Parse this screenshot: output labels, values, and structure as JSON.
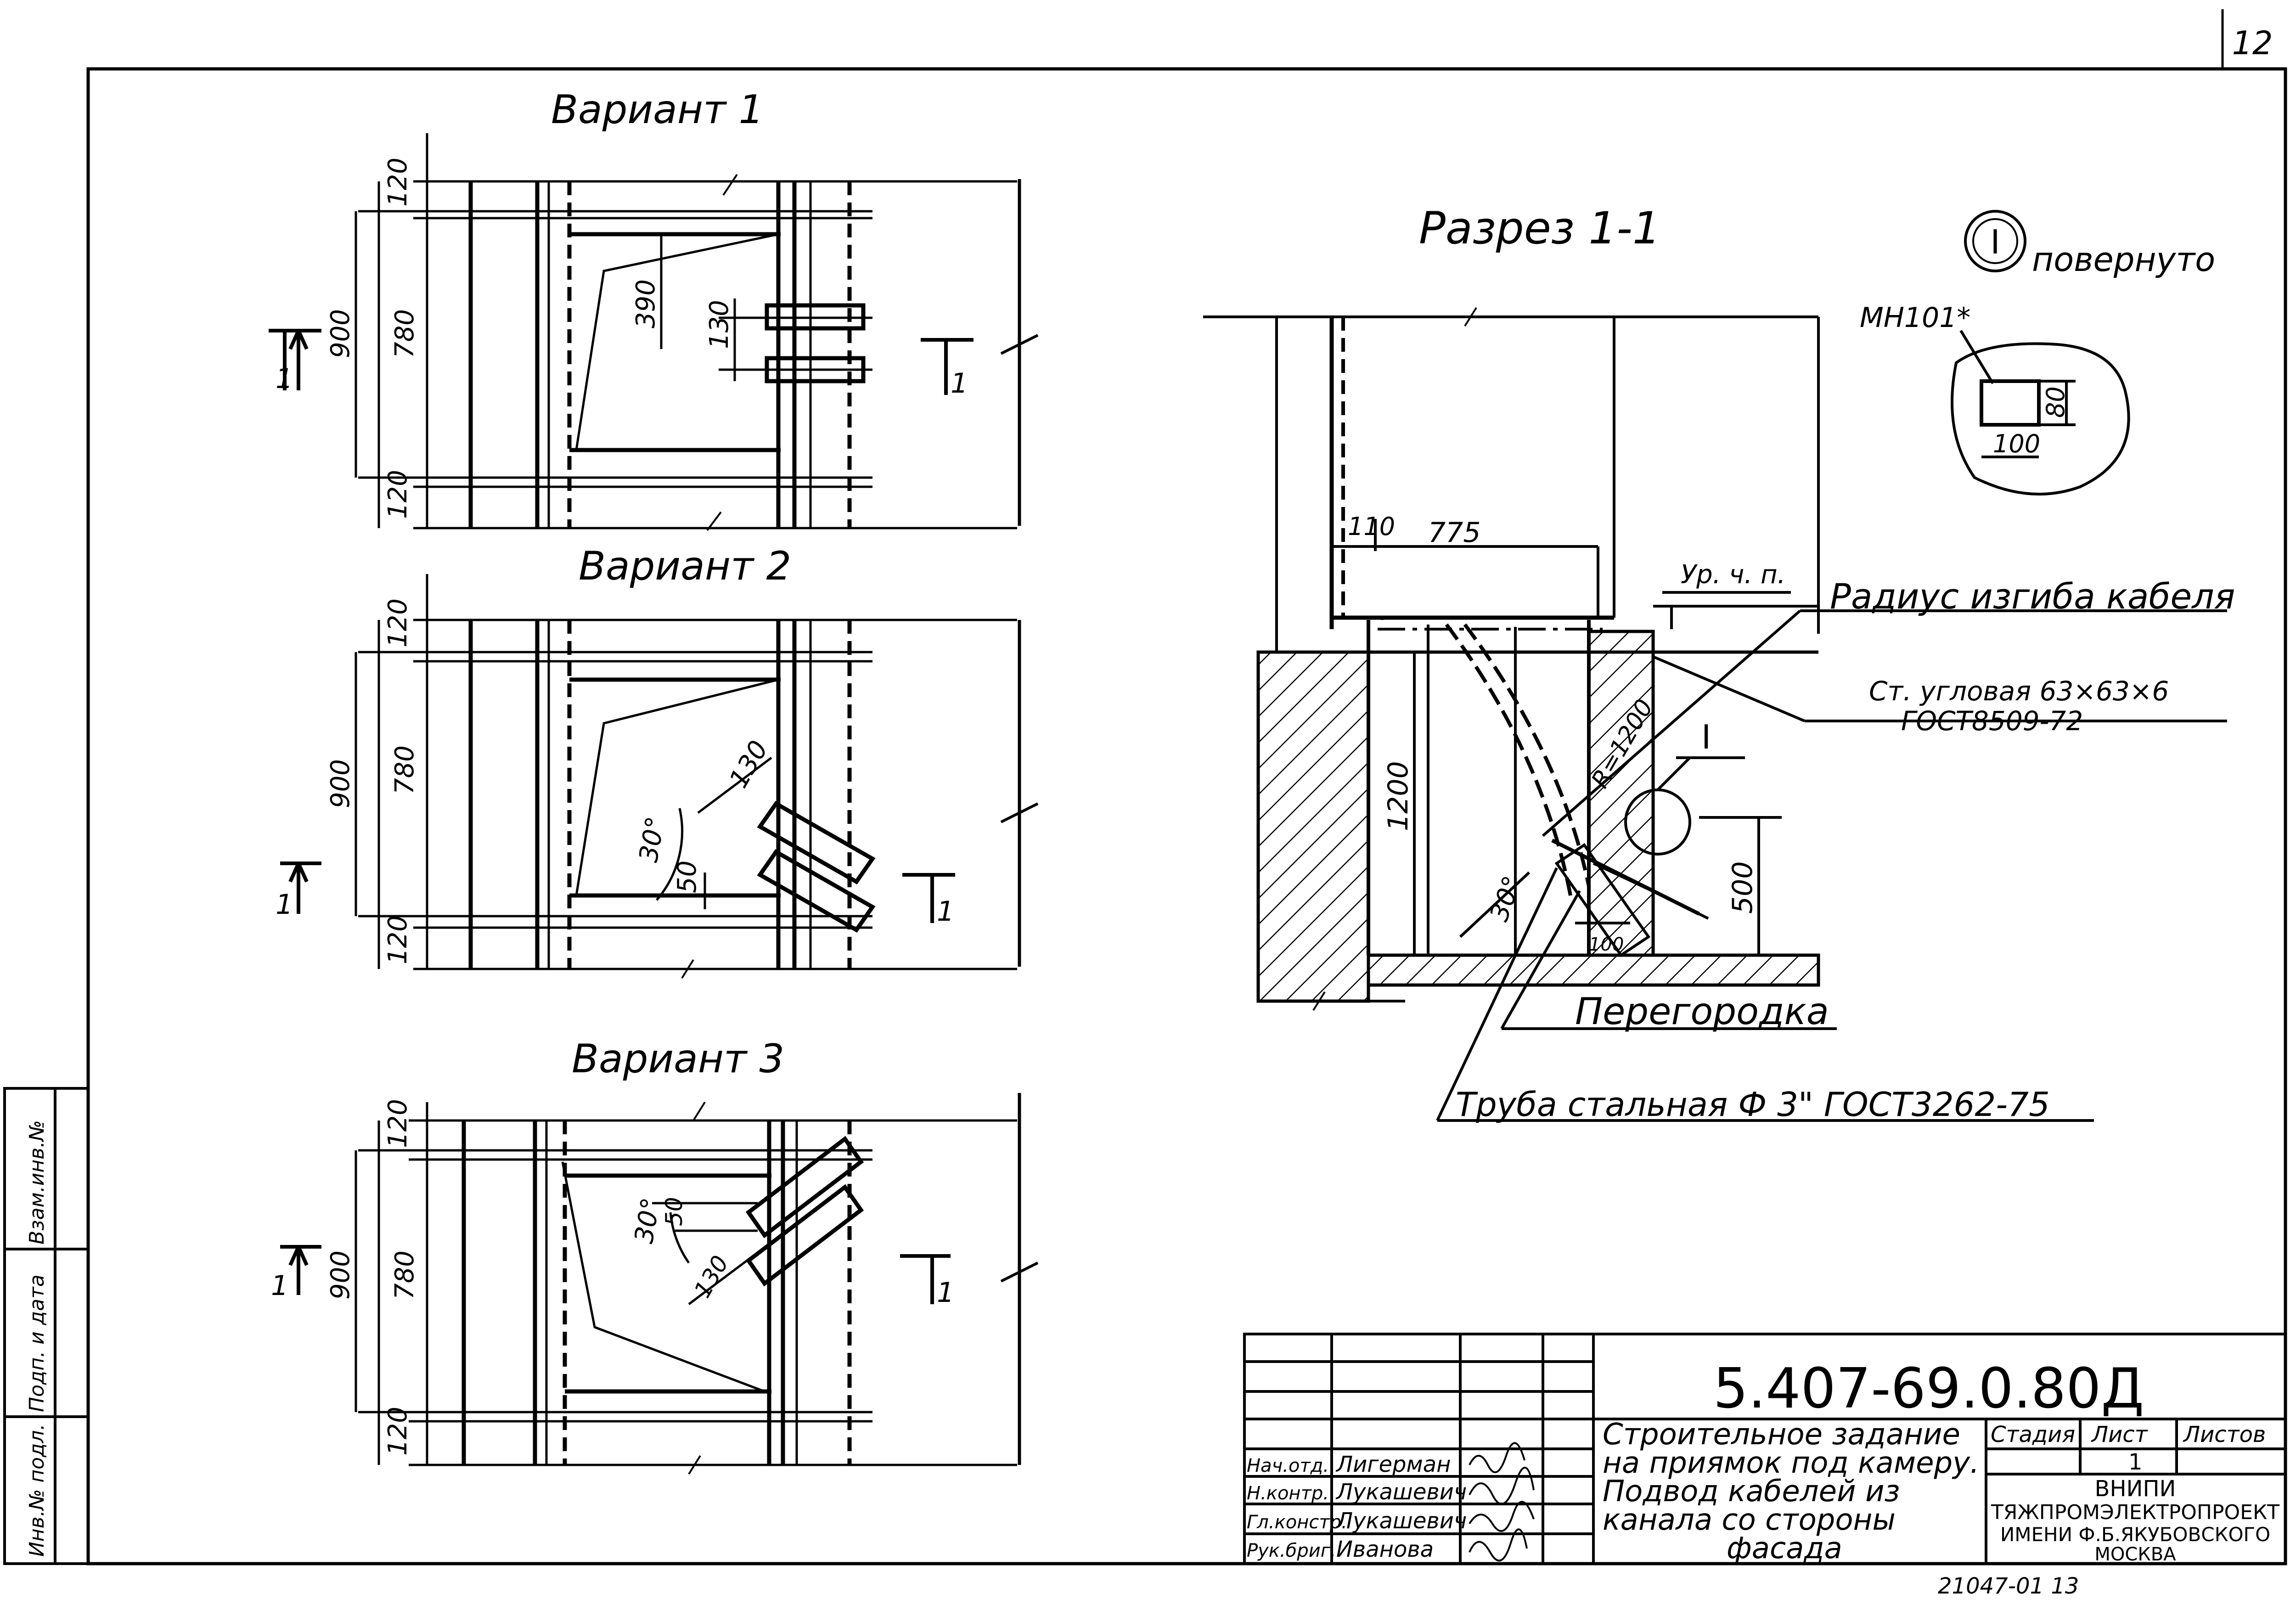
{
  "sheet_number": "12",
  "variant1": {
    "title": "Вариант 1",
    "dims": [
      "120",
      "900",
      "780",
      "390",
      "130",
      "120"
    ],
    "section_left": "1",
    "section_right": "1"
  },
  "variant2": {
    "title": "Вариант 2",
    "dims": [
      "120",
      "900",
      "780",
      "130",
      "30°",
      "50",
      "120"
    ],
    "section_left": "1",
    "section_right": "1"
  },
  "variant3": {
    "title": "Вариант 3",
    "dims": [
      "120",
      "900",
      "780",
      "50",
      "30°",
      "130",
      "120"
    ],
    "section_left": "1",
    "section_right": "1"
  },
  "section": {
    "title": "Разрез 1-1",
    "dims": [
      "110",
      "775",
      "1200",
      "R=1200",
      "500",
      "30°",
      "100"
    ],
    "label_level": "Ур. ч. п.",
    "callout_numeral": "I",
    "label_radius": "Радиус изгиба кабеля",
    "label_angle_line1": "Ст. угловая 63×63×6",
    "label_angle_line2": "ГОСТ8509-72",
    "label_partition": "Перегородка",
    "label_pipe": "Труба стальная Ф 3\" ГОСТ3262-75"
  },
  "detail": {
    "numeral": "I",
    "rotated": "повернуто",
    "mark": "МН101*",
    "dim_w": "100",
    "dim_h": "80"
  },
  "title_block": {
    "designation": "5.407-69.0.80Д",
    "description": [
      "Строительное задание",
      "на приямок под камеру.",
      "Подвод кабелей из",
      "канала со стороны",
      "фасада"
    ],
    "stage_label": "Стадия",
    "sheet_label": "Лист",
    "sheets_label": "Листов",
    "sheet_value": "1",
    "org": [
      "ВНИПИ",
      "ТЯЖПРОМЭЛЕКТРОПРОЕКТ",
      "ИМЕНИ Ф.Б.ЯКУБОВСКОГО",
      "МОСКВА"
    ],
    "roles": [
      {
        "role": "Нач.отд.",
        "name": "Лигерман"
      },
      {
        "role": "Н.контр.",
        "name": "Лукашевич"
      },
      {
        "role": "Гл.констр.",
        "name": "Лукашевич"
      },
      {
        "role": "Рук.бриг.",
        "name": "Иванова"
      }
    ]
  },
  "side_stamp": [
    "Инв.№ подл.",
    "Подп. и дата",
    "Взам.инв.№"
  ],
  "footer": "21047-01 13"
}
